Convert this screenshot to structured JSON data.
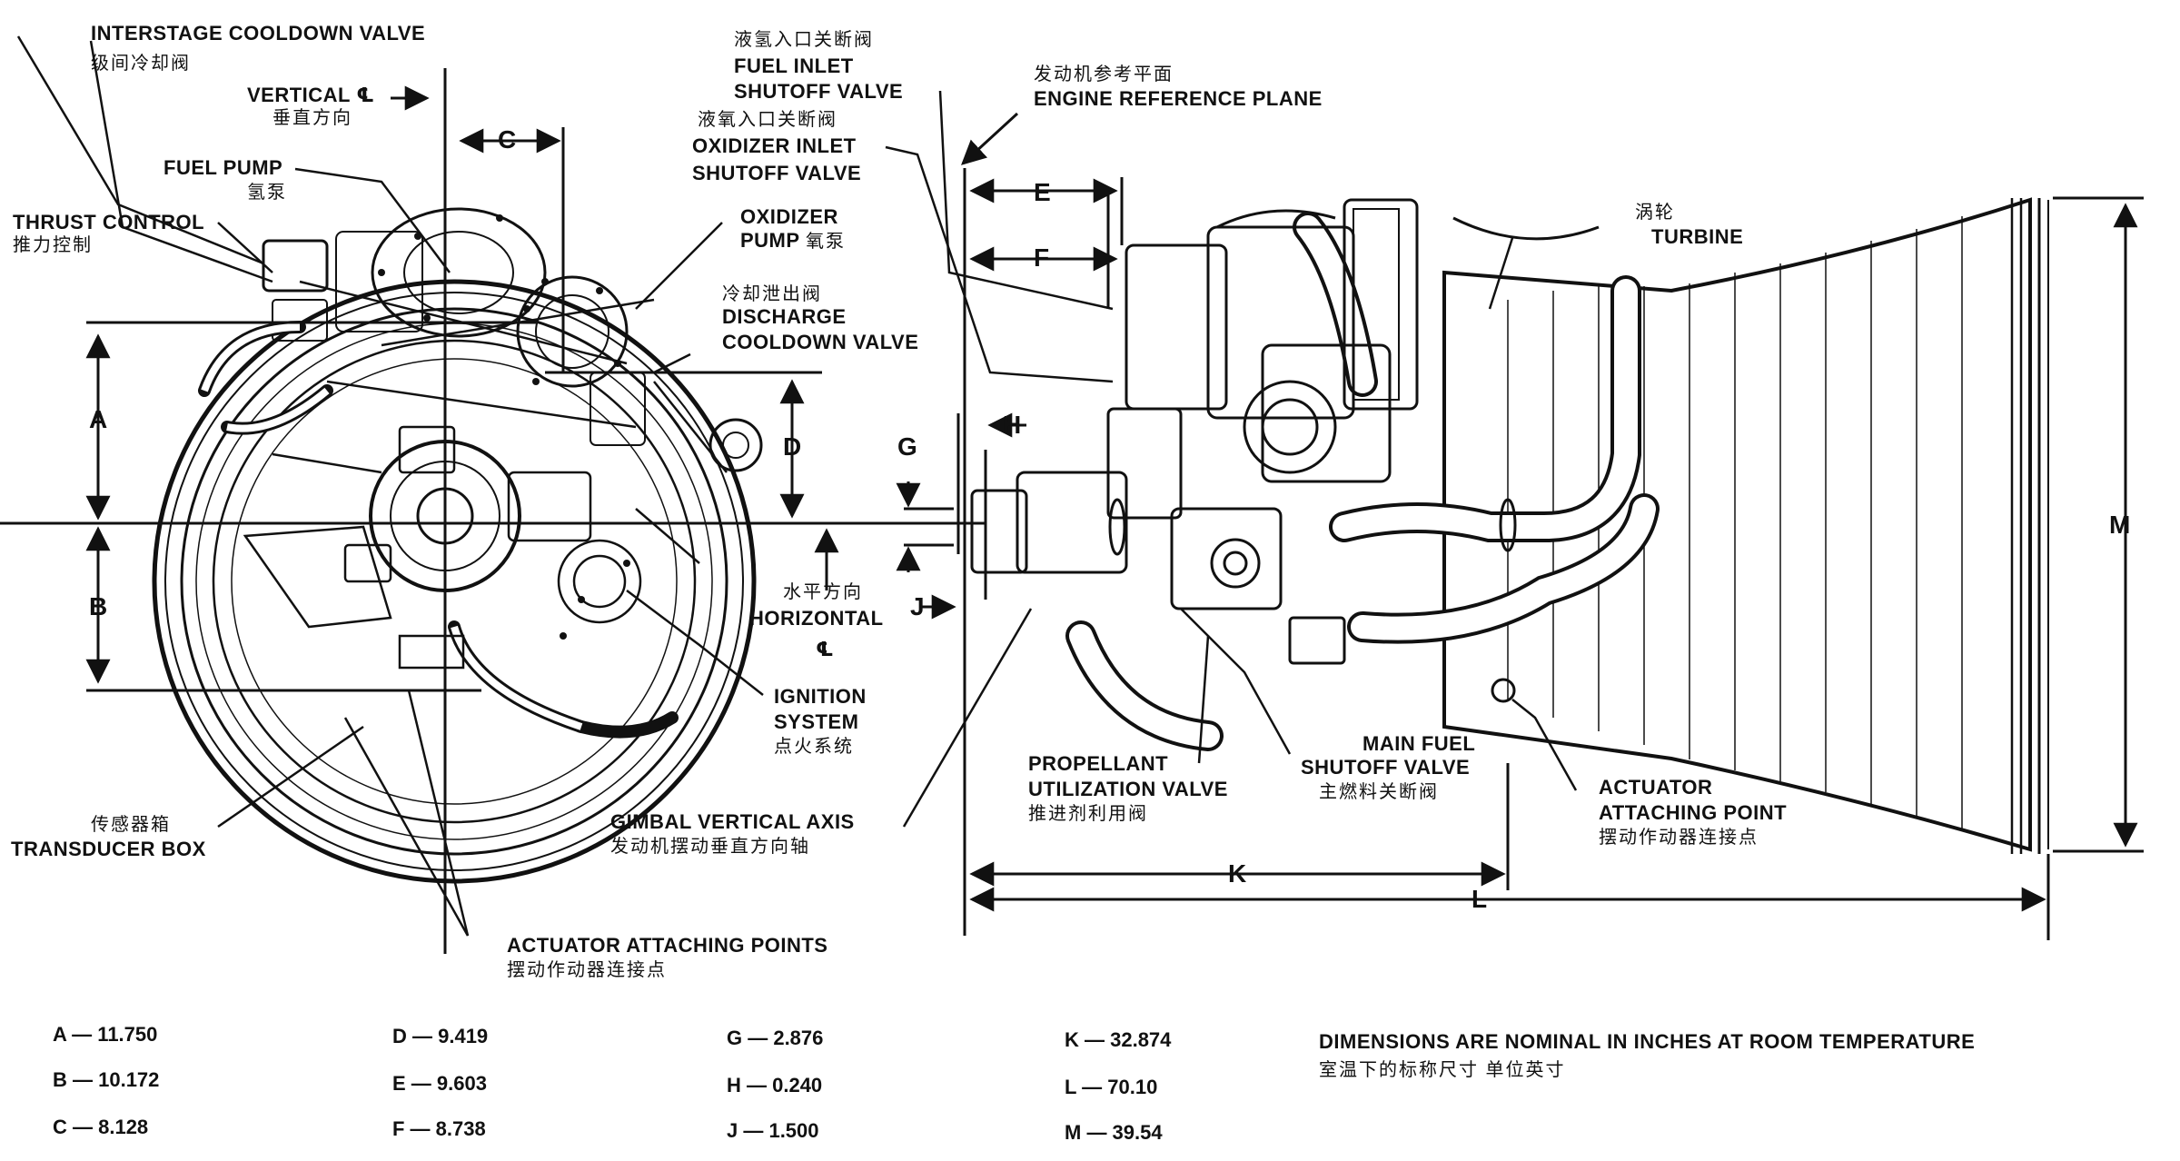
{
  "labels": {
    "interstage_cooldown_valve": {
      "en": "INTERSTAGE COOLDOWN VALVE",
      "cn": "级间冷却阀"
    },
    "vertical_cl": {
      "en": "VERTICAL ℄",
      "cn": "垂直方向"
    },
    "fuel_pump": {
      "en": "FUEL PUMP",
      "cn": "氢泵"
    },
    "thrust_control": {
      "en": "THRUST CONTROL",
      "cn": "推力控制"
    },
    "oxidizer_pump": {
      "en": "OXIDIZER",
      "en2": "PUMP",
      "cn": "氧泵"
    },
    "fuel_inlet_shutoff": {
      "cn": "液氢入口关断阀",
      "en": "FUEL INLET",
      "en2": "SHUTOFF VALVE"
    },
    "oxidizer_inlet_shutoff": {
      "cn": "液氧入口关断阀",
      "en": "OXIDIZER INLET",
      "en2": "SHUTOFF VALVE"
    },
    "discharge_cooldown": {
      "cn": "冷却泄出阀",
      "en": "DISCHARGE",
      "en2": "COOLDOWN VALVE"
    },
    "engine_reference_plane": {
      "cn": "发动机参考平面",
      "en": "ENGINE REFERENCE PLANE"
    },
    "turbine": {
      "cn": "涡轮",
      "en": "TURBINE"
    },
    "horizontal_cl": {
      "cn": "水平方向",
      "en": "HORIZONTAL",
      "cl": "℄"
    },
    "ignition_system": {
      "en": "IGNITION",
      "en2": "SYSTEM",
      "cn": "点火系统"
    },
    "gimbal_vertical_axis": {
      "en": "GIMBAL VERTICAL AXIS",
      "cn": "发动机摆动垂直方向轴"
    },
    "transducer_box": {
      "cn": "传感器箱",
      "en": "TRANSDUCER BOX"
    },
    "actuator_points": {
      "en": "ACTUATOR ATTACHING POINTS",
      "cn": "摆动作动器连接点"
    },
    "propellant_utilization": {
      "en": "PROPELLANT",
      "en2": "UTILIZATION VALVE",
      "cn": "推进剂利用阀"
    },
    "main_fuel_shutoff": {
      "en": "MAIN FUEL",
      "en2": "SHUTOFF VALVE",
      "cn": "主燃料关断阀"
    },
    "actuator_point": {
      "en": "ACTUATOR",
      "en2": "ATTACHING POINT",
      "cn": "摆动作动器连接点"
    }
  },
  "dim_letters": {
    "A": "A",
    "B": "B",
    "C": "C",
    "D": "D",
    "E": "E",
    "F": "F",
    "G": "G",
    "H": "H",
    "J": "J",
    "K": "K",
    "L": "L",
    "M": "M"
  },
  "dimensions": {
    "col1": [
      "A — 11.750",
      "B — 10.172",
      "C — 8.128"
    ],
    "col2": [
      "D — 9.419",
      "E — 9.603",
      "F — 8.738"
    ],
    "col3": [
      "G — 2.876",
      "H — 0.240",
      "J — 1.500"
    ],
    "col4": [
      "K — 32.874",
      "L — 70.10",
      "M — 39.54"
    ]
  },
  "note": {
    "en": "DIMENSIONS ARE NOMINAL IN INCHES AT ROOM TEMPERATURE",
    "cn": "室温下的标称尺寸 单位英寸"
  }
}
